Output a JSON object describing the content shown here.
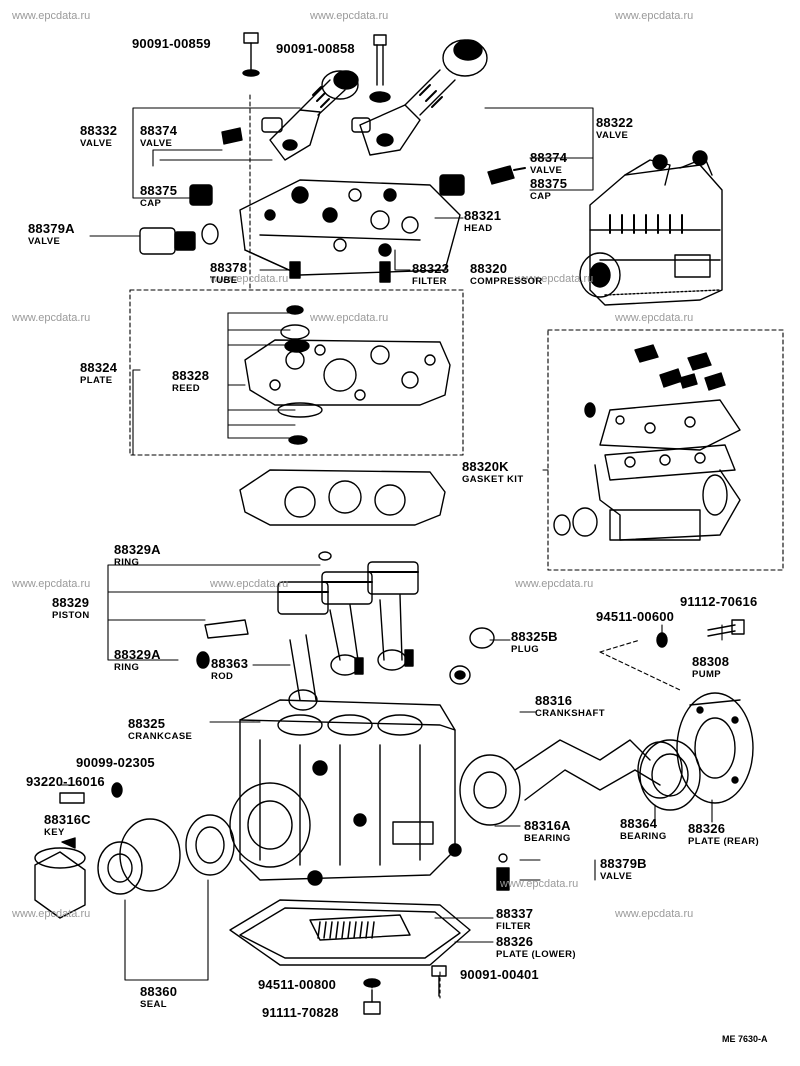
{
  "watermark": "www.epcdata.ru",
  "diagram_code": "ME 7630-A",
  "parts": {
    "p90091_00859": {
      "number": "90091-00859",
      "name": ""
    },
    "p90091_00858": {
      "number": "90091-00858",
      "name": ""
    },
    "p88332": {
      "number": "88332",
      "name": "VALVE"
    },
    "p88374_left": {
      "number": "88374",
      "name": "VALVE"
    },
    "p88322": {
      "number": "88322",
      "name": "VALVE"
    },
    "p88374_right": {
      "number": "88374",
      "name": "VALVE"
    },
    "p88375_left": {
      "number": "88375",
      "name": "CAP"
    },
    "p88375_right": {
      "number": "88375",
      "name": "CAP"
    },
    "p88379A": {
      "number": "88379A",
      "name": "VALVE"
    },
    "p88321": {
      "number": "88321",
      "name": "HEAD"
    },
    "p88378": {
      "number": "88378",
      "name": "TUBE"
    },
    "p88323": {
      "number": "88323",
      "name": "FILTER"
    },
    "p88320": {
      "number": "88320",
      "name": "COMPRESSOR"
    },
    "p88324": {
      "number": "88324",
      "name": "PLATE"
    },
    "p88328": {
      "number": "88328",
      "name": "REED"
    },
    "p88320K": {
      "number": "88320K",
      "name": "GASKET KIT"
    },
    "p88329A_top": {
      "number": "88329A",
      "name": "RING"
    },
    "p88329": {
      "number": "88329",
      "name": "PISTON"
    },
    "p88329A_bottom": {
      "number": "88329A",
      "name": "RING"
    },
    "p88363": {
      "number": "88363",
      "name": "ROD"
    },
    "p88325B": {
      "number": "88325B",
      "name": "PLUG"
    },
    "p94511_00600": {
      "number": "94511-00600",
      "name": ""
    },
    "p91112_70616": {
      "number": "91112-70616",
      "name": ""
    },
    "p88308": {
      "number": "88308",
      "name": "PUMP"
    },
    "p88325": {
      "number": "88325",
      "name": "CRANKCASE"
    },
    "p88316": {
      "number": "88316",
      "name": "CRANKSHAFT"
    },
    "p90099_02305": {
      "number": "90099-02305",
      "name": ""
    },
    "p93220_16016": {
      "number": "93220-16016",
      "name": ""
    },
    "p88316C": {
      "number": "88316C",
      "name": "KEY"
    },
    "p88364": {
      "number": "88364",
      "name": "BEARING"
    },
    "p88326_rear": {
      "number": "88326",
      "name": "PLATE (REAR)"
    },
    "p88316A": {
      "number": "88316A",
      "name": "BEARING"
    },
    "p88379B": {
      "number": "88379B",
      "name": "VALVE"
    },
    "p88337": {
      "number": "88337",
      "name": "FILTER"
    },
    "p88326_lower": {
      "number": "88326",
      "name": "PLATE (LOWER)"
    },
    "p88360": {
      "number": "88360",
      "name": "SEAL"
    },
    "p94511_00800": {
      "number": "94511-00800",
      "name": ""
    },
    "p90091_00401": {
      "number": "90091-00401",
      "name": ""
    },
    "p91111_70828": {
      "number": "91111-70828",
      "name": ""
    }
  }
}
